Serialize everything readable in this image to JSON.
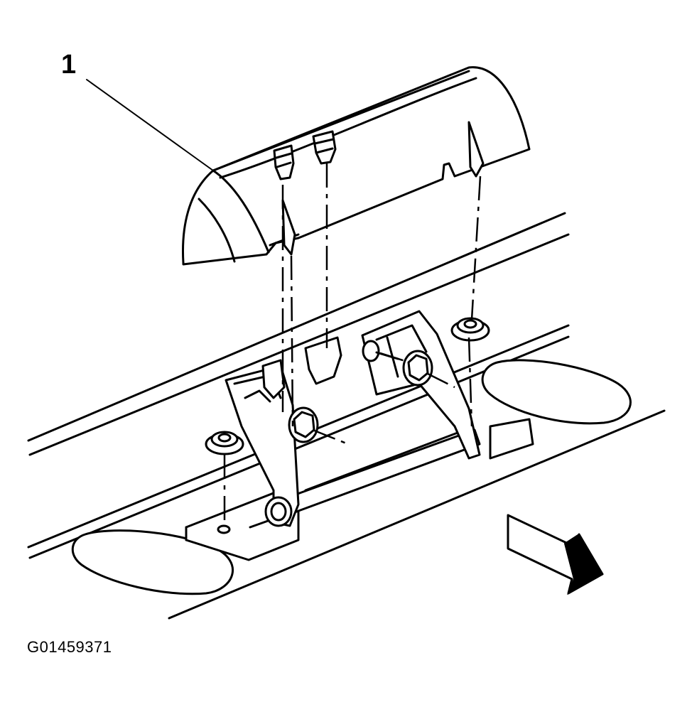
{
  "diagram": {
    "callout_label": "1",
    "figure_id": "G01459371",
    "components": [
      {
        "name": "cover",
        "callout": "1"
      }
    ],
    "arrow_direction": "front-of-vehicle"
  }
}
